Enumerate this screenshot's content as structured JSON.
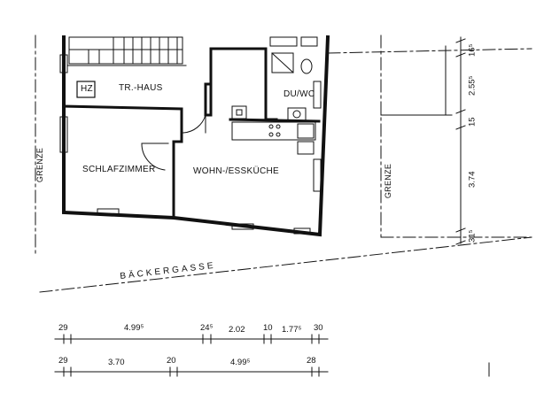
{
  "rooms": {
    "treppenhaus": "TR.-HAUS",
    "heizung": "HZ",
    "duwc": "DU/WC",
    "schlafzimmer": "SCHLAFZIMMER",
    "wohnkueche": "WOHN-/ESSKÜCHE"
  },
  "boundary": {
    "left": "GRENZE",
    "right": "GRENZE"
  },
  "street": "BÄCKERGASSE",
  "dims_top": [
    "29",
    "4.99⁵",
    "24⁵",
    "2.02",
    "10",
    "1.77⁵",
    "30"
  ],
  "dims_bottom": [
    "29",
    "3.70",
    "20",
    "4.99⁵",
    "28"
  ],
  "dims_right": [
    "16⁵",
    "2.55⁵",
    "15",
    "3.74",
    "31⁵"
  ]
}
